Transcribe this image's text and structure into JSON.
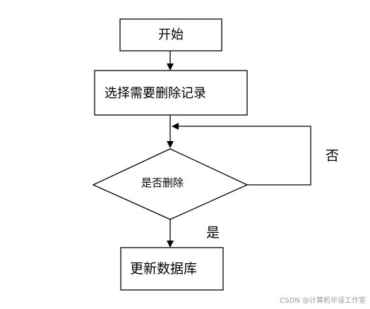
{
  "flowchart": {
    "nodes": {
      "start": "开始",
      "select_record": "选择需要删除记录",
      "decision": "是否删除",
      "update_db": "更新数据库"
    },
    "edge_labels": {
      "no": "否",
      "yes": "是"
    }
  },
  "watermark": "CSDN @计算机毕设工作室"
}
